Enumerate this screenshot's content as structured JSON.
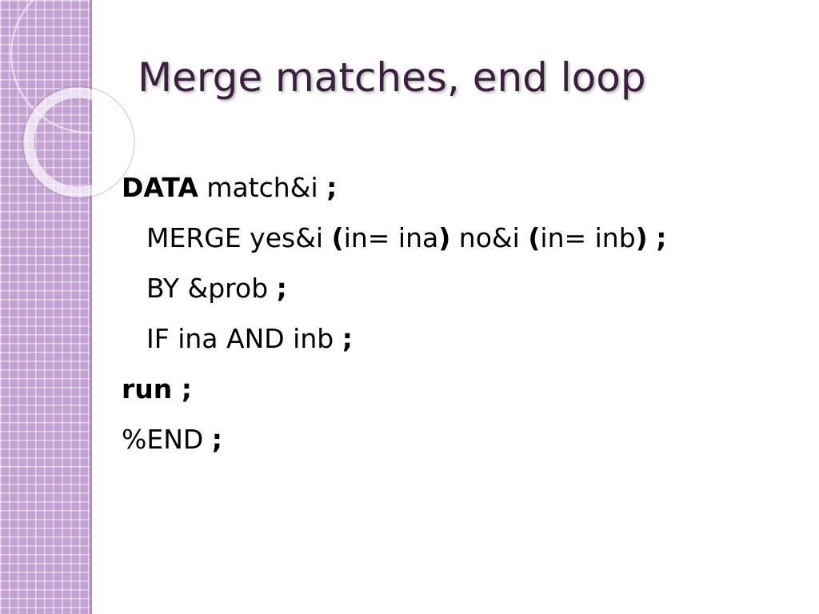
{
  "slide": {
    "title": "Merge matches, end loop"
  },
  "code": {
    "line1": {
      "keyword": "DATA",
      "text": " match&i ",
      "terminator": ";"
    },
    "line2": {
      "t1": "MERGE yes&i ",
      "p1": "(",
      "t2": "in= ina",
      "p2": ")",
      "t3": " no&i ",
      "p3": "(",
      "t4": "in= inb",
      "p4": ")",
      "t5": " ",
      "terminator": ";"
    },
    "line3": {
      "text": "BY &prob ",
      "terminator": ";"
    },
    "line4": {
      "text": "IF ina AND inb ",
      "terminator": ";"
    },
    "line5": {
      "text": "run ;"
    },
    "line6": {
      "text": "%END ",
      "terminator": ";"
    }
  },
  "colors": {
    "title": "#3b1f3f",
    "sidebar": "#c4a3d3",
    "background": "#ffffff"
  }
}
